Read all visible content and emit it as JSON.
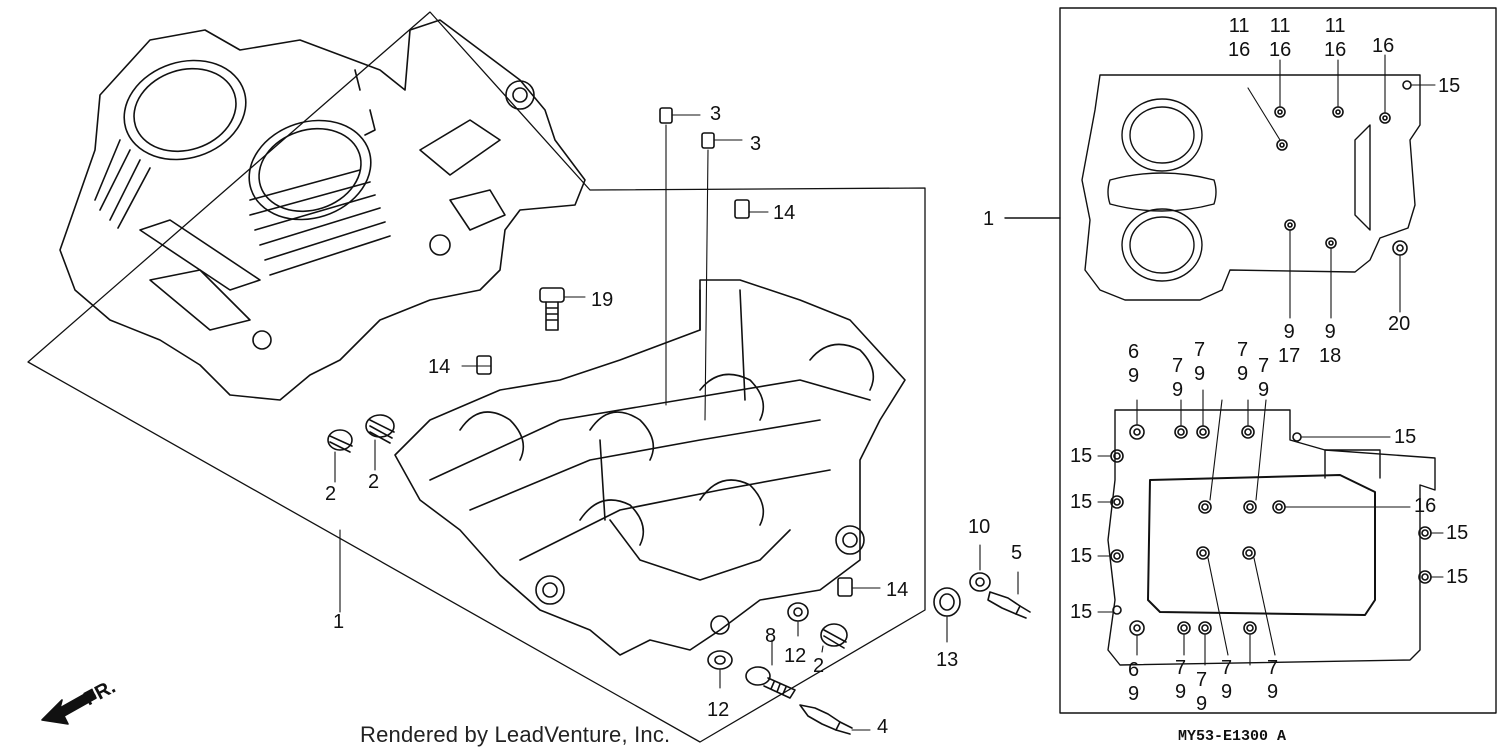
{
  "diagram": {
    "credit": "Rendered by LeadVenture, Inc.",
    "diagram_code": "MY53-E1300 A",
    "direction_label": "FR.",
    "callouts": {
      "c1_left": "1",
      "c2a": "2",
      "c2b": "2",
      "c2c": "2",
      "c3a": "3",
      "c3b": "3",
      "c4": "4",
      "c5": "5",
      "c8": "8",
      "c10": "10",
      "c12a": "12",
      "c12b": "12",
      "c13": "13",
      "c14a": "14",
      "c14b": "14",
      "c14c": "14",
      "c19": "19",
      "c1_right": "1"
    },
    "inset_top": {
      "top_a": [
        "11",
        "16"
      ],
      "top_b": [
        "11",
        "16"
      ],
      "top_c": [
        "11",
        "16"
      ],
      "top_d": "16",
      "right_15": "15",
      "bottom_a": [
        "9",
        "17"
      ],
      "bottom_b": [
        "9",
        "18"
      ],
      "bottom_c": "20"
    },
    "inset_bottom": {
      "top_1": [
        "6",
        "9"
      ],
      "top_2": [
        "7",
        "9"
      ],
      "top_3": [
        "7",
        "9"
      ],
      "top_4": [
        "7",
        "9"
      ],
      "top_5": [
        "7",
        "9"
      ],
      "right_15a": "15",
      "right_16": "16",
      "right_15b": "15",
      "right_15c": "15",
      "left_15a": "15",
      "left_15b": "15",
      "left_15c": "15",
      "left_15d": "15",
      "bot_1": [
        "6",
        "9"
      ],
      "bot_2": [
        "7",
        "9"
      ],
      "bot_3": [
        "7",
        "9"
      ],
      "bot_4": [
        "7",
        "9"
      ],
      "bot_5": [
        "7",
        "9"
      ]
    }
  }
}
